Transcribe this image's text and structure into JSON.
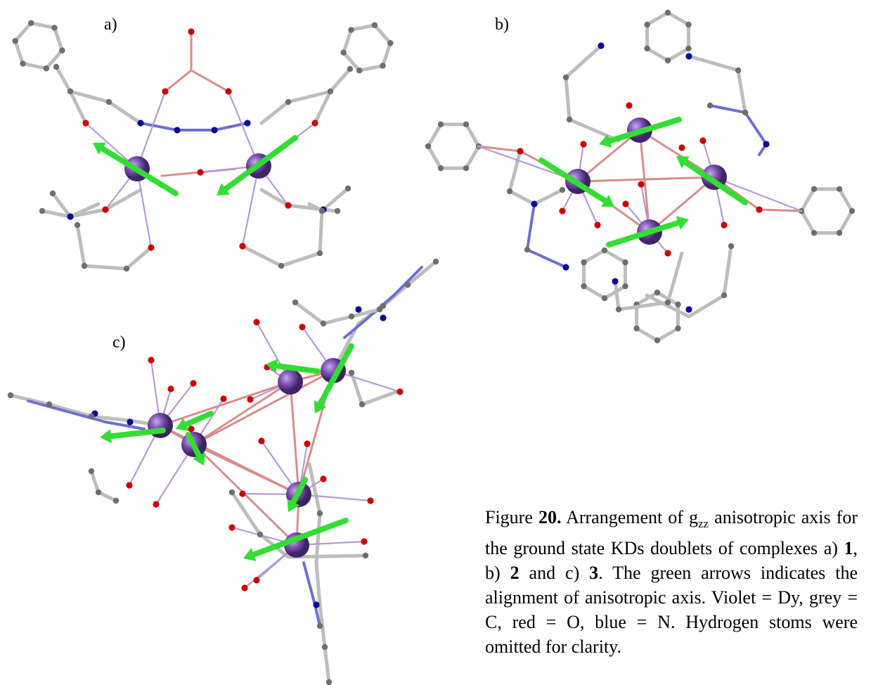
{
  "panels": [
    {
      "label": "a)"
    },
    {
      "label": "b)"
    },
    {
      "label": "c)"
    }
  ],
  "caption": {
    "prefix": "Figure ",
    "number": "20.",
    "text1": " Arrangement of g",
    "subscript": "zz",
    "text2": " anisotropic axis for the ground state KDs doublets of complexes a) ",
    "c1": "1",
    "text3": ", b) ",
    "c2": "2",
    "text4": " and c) ",
    "c3": "3",
    "text5": ". The green arrows indicates the alignment of anisotropic axis. Violet = Dy, grey = C, red = O, blue = N. Hydrogen stoms were omitted for clarity."
  },
  "colors": {
    "dysprosium": "#7b4fb0",
    "carbon": "#6e6e6e",
    "oxygen": "#cc0000",
    "nitrogen": "#0b0b9a",
    "arrow": "#33dd33"
  }
}
